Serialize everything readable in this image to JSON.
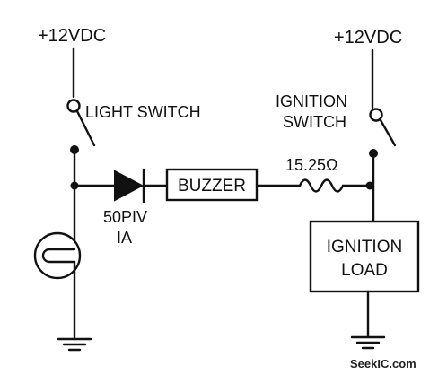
{
  "labels": {
    "supply_left": "+12VDC",
    "supply_right": "+12VDC",
    "light_switch": "LIGHT SWITCH",
    "ignition_switch_line1": "IGNITION",
    "ignition_switch_line2": "SWITCH",
    "diode_rating_line1": "50PIV",
    "diode_rating_line2": "IA",
    "resistor_value": "15.25Ω",
    "buzzer": "BUZZER",
    "ignition_load_line1": "IGNITION",
    "ignition_load_line2": "LOAD"
  },
  "watermark": "SeekIC.com"
}
